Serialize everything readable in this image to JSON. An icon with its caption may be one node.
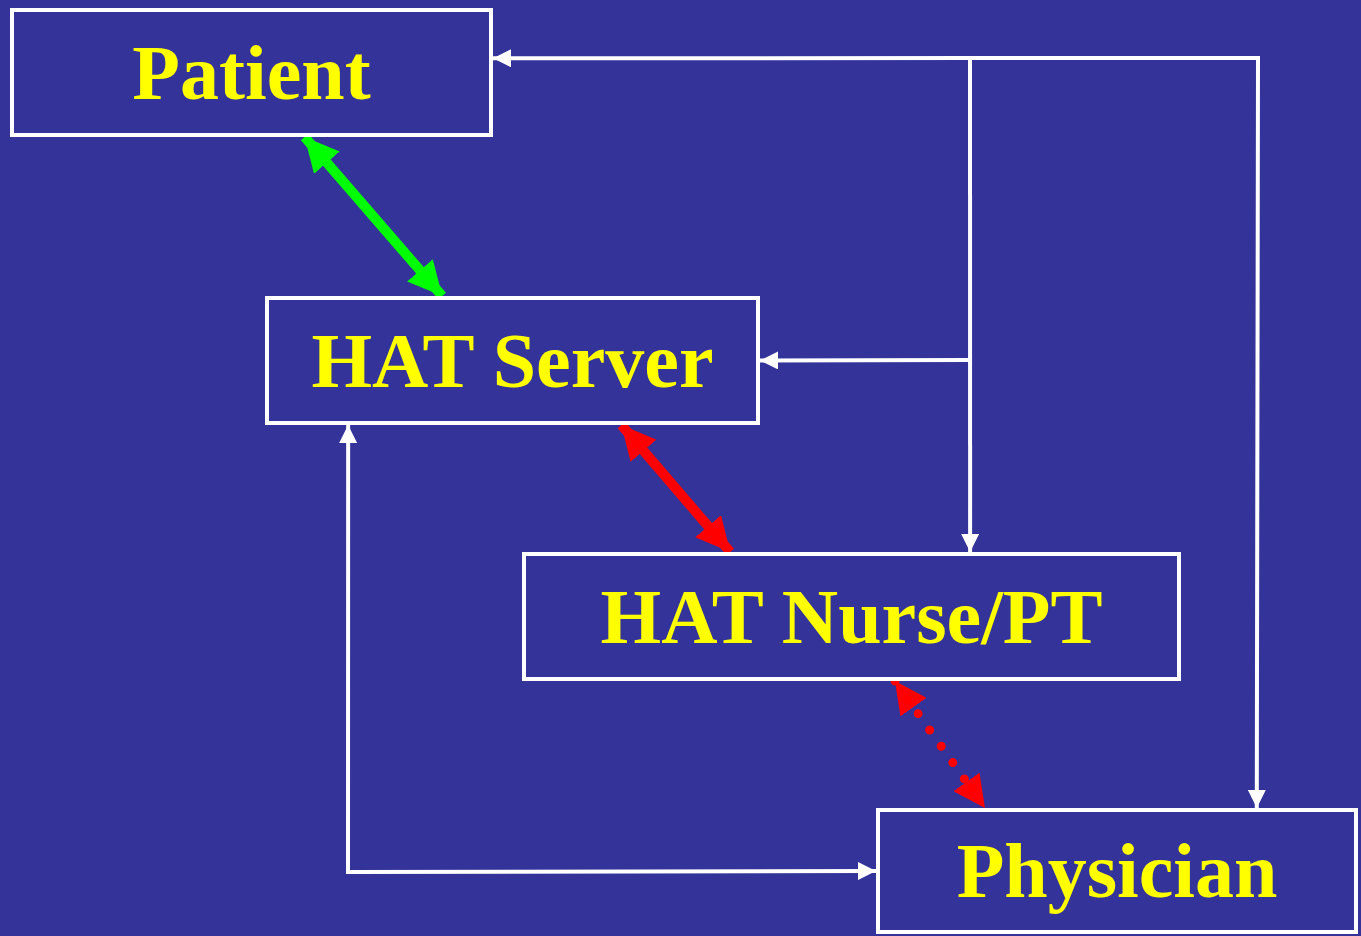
{
  "diagram": {
    "nodes": [
      {
        "text": [
          "Patient"
        ]
      },
      {
        "text": [
          "HAT Server"
        ]
      },
      {
        "text": [
          "HAT Nurse/PT"
        ]
      },
      {
        "text": [
          "Physician"
        ]
      }
    ],
    "edges": [
      {
        "from": 0,
        "to": 1,
        "arrow": "both",
        "style": "thick",
        "color": "#00ff00"
      },
      {
        "from": 1,
        "to": 2,
        "arrow": "both",
        "style": "thick",
        "color": "#ff0000"
      },
      {
        "from": 2,
        "to": 3,
        "arrow": "both",
        "style": "dashed",
        "color": "#ff0000"
      },
      {
        "from": null,
        "to": 0,
        "arrow": "to"
      },
      {
        "from": null,
        "to": 1,
        "arrow": "to"
      },
      {
        "from": null,
        "to": 2,
        "arrow": "to"
      },
      {
        "from": null,
        "to": 3,
        "arrow": "to"
      },
      {
        "from": 1,
        "to": 3,
        "arrow": "both"
      }
    ]
  }
}
